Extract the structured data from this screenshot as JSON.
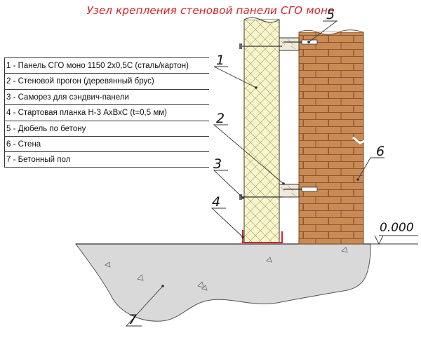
{
  "title": "Узел крепления стеновой панели СГО моно",
  "legend": [
    "1 - Панель СГО моно 1150 2х0,5С (сталь/картон)",
    "2 - Стеновой прогон (деревянный брус)",
    "3 - Саморез для сэндвич-панели",
    "4 - Стартовая планка Н-3 АхВхС (t=0,5 мм)",
    "5 - Дюбель по бетону",
    "6 - Стена",
    "7 - Бетонный пол"
  ],
  "callouts": [
    "1",
    "2",
    "3",
    "4",
    "5",
    "6",
    "7"
  ],
  "level_mark": "0.000",
  "colors": {
    "title": "#d8202a",
    "panel": "#f8f5c8",
    "brick": "#c98a55",
    "brick_joint": "#7a4a24",
    "floor": "#dcdcdc",
    "start_plank": "#d8202a"
  }
}
